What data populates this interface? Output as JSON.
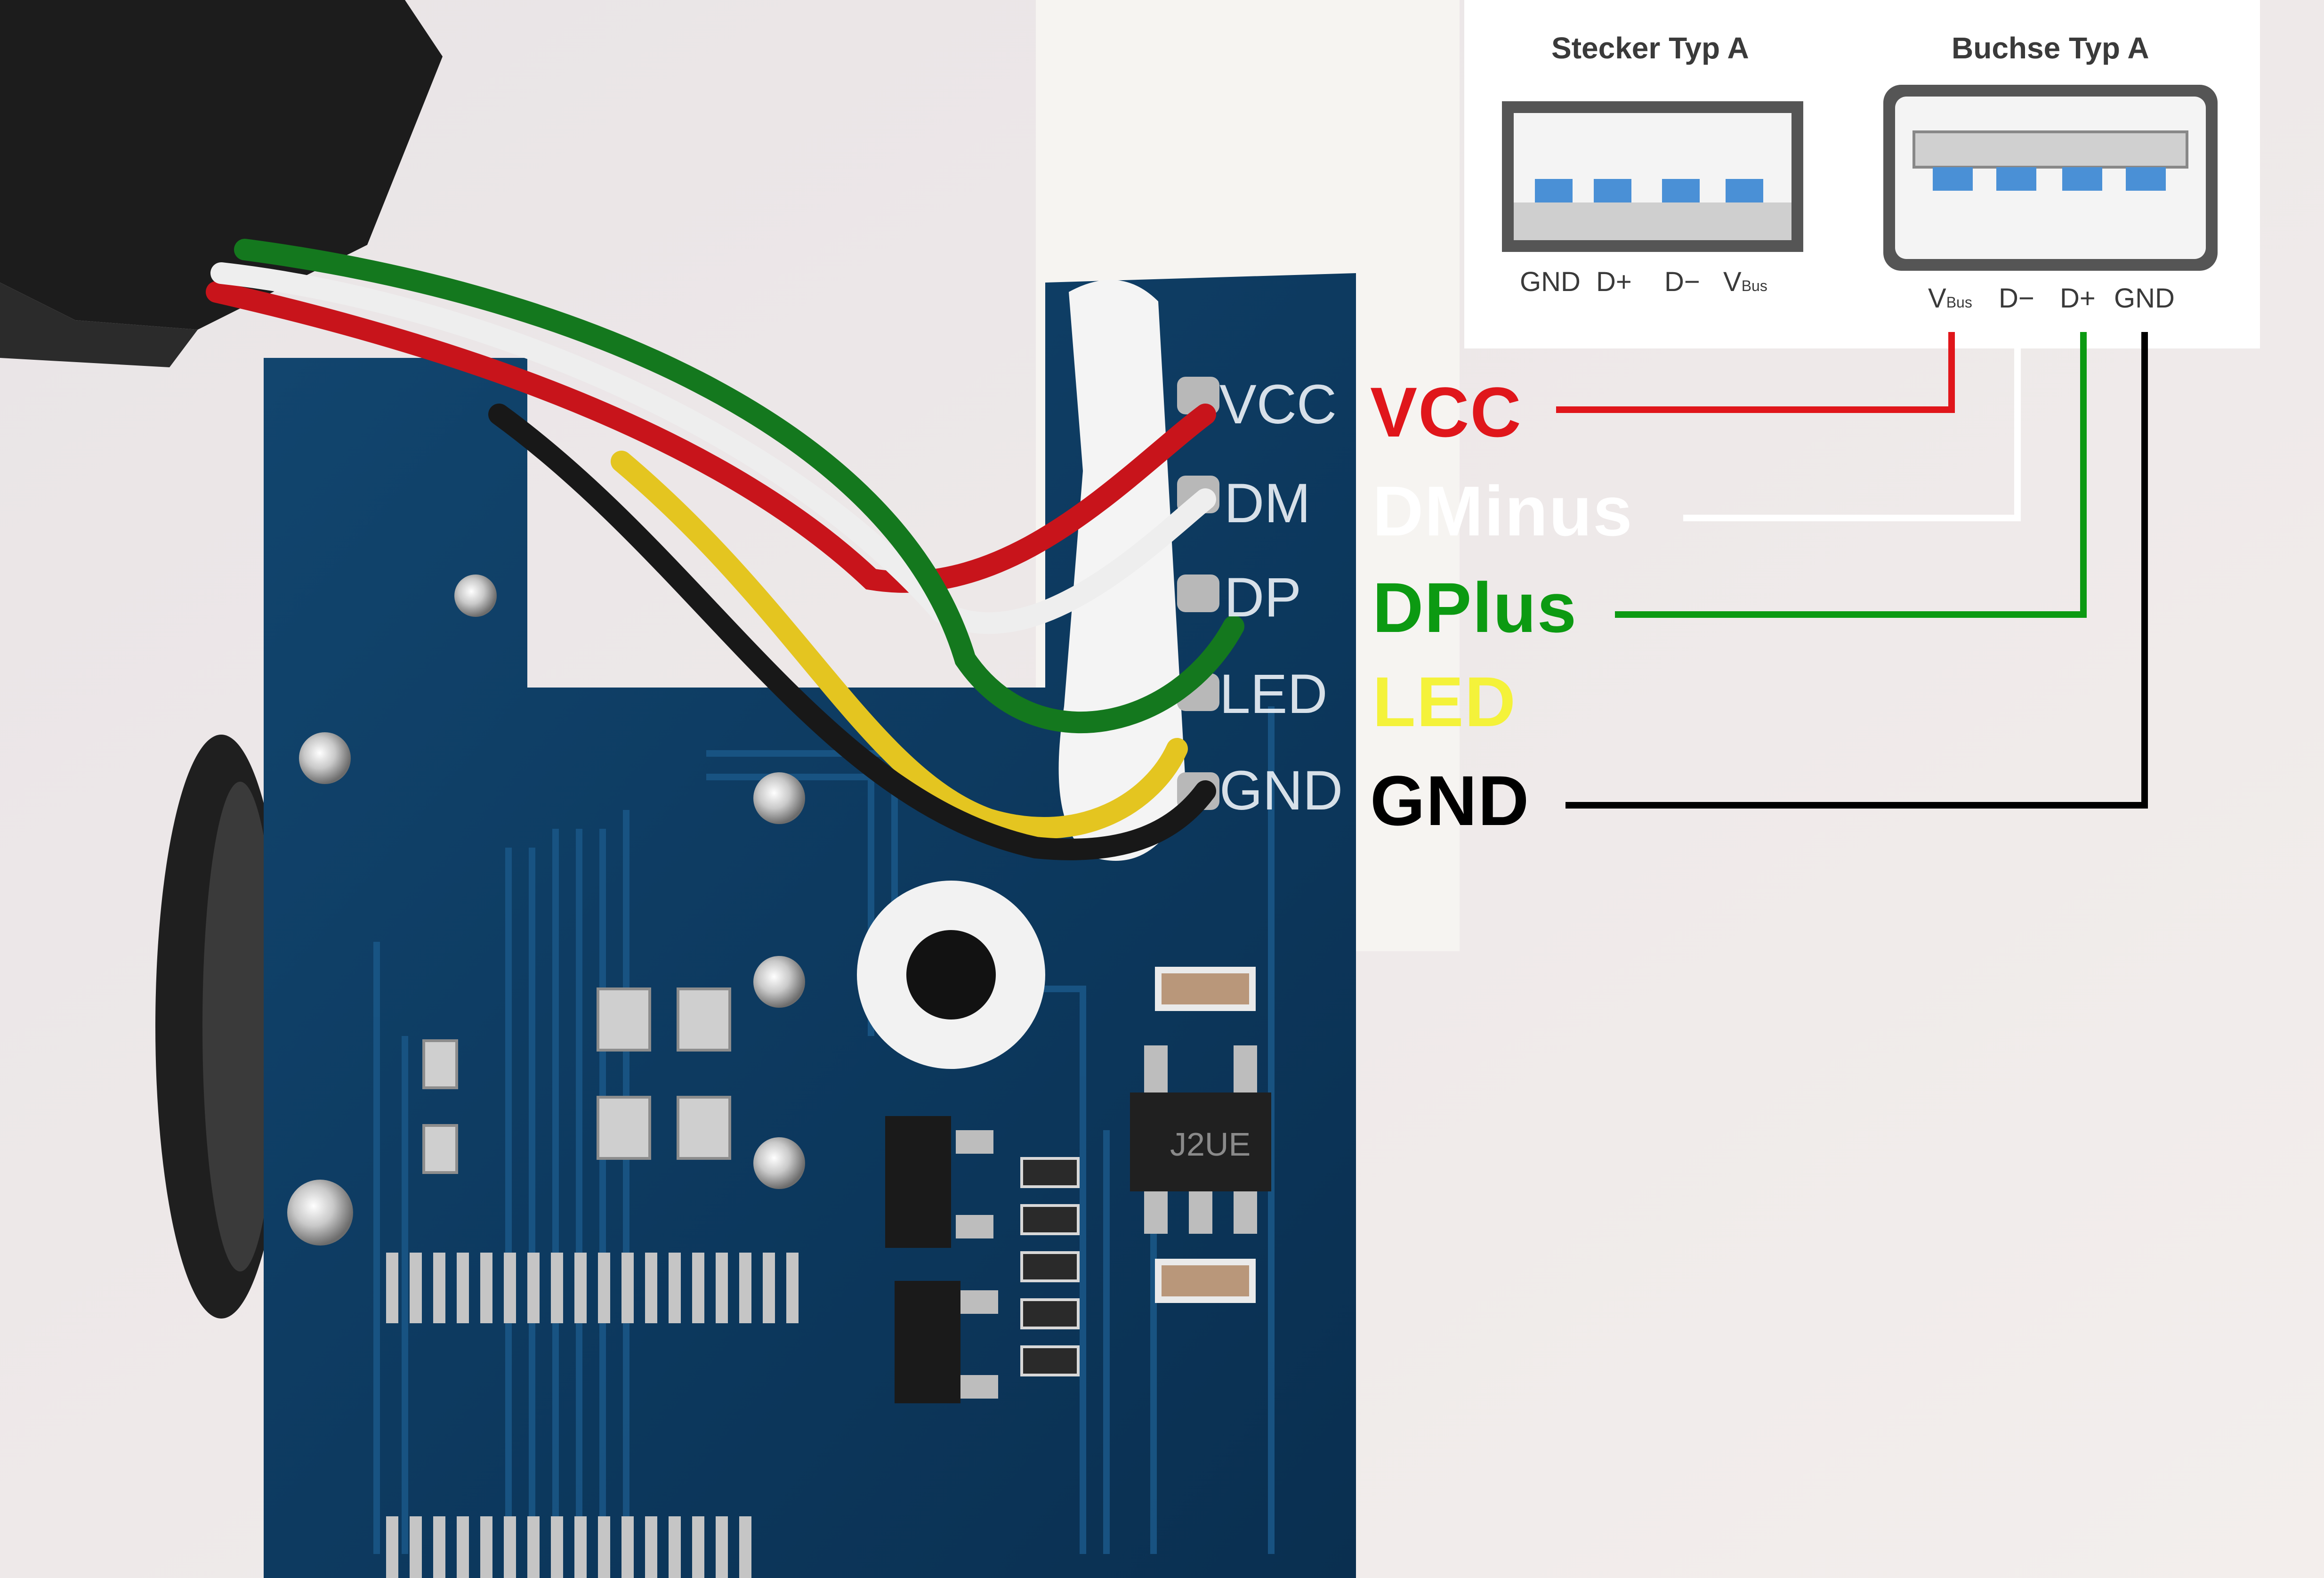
{
  "diagram": {
    "description_title": "USB-A pinout wiring of a board to colored wires",
    "reference_card": {
      "connectors": [
        {
          "title": "Stecker Typ A",
          "pins": [
            "GND",
            "D+",
            "D−",
            "VBus"
          ]
        },
        {
          "title": "Buchse Typ A",
          "pins": [
            "VBus",
            "D−",
            "D+",
            "GND"
          ]
        }
      ],
      "vbus_main": "V",
      "vbus_sub": "Bus"
    },
    "board_pads": [
      "VCC",
      "DM",
      "DP",
      "LED",
      "GND"
    ],
    "chip_marking": "J2UE",
    "wire_labels": [
      {
        "text": "VCC",
        "color": "#e0161b",
        "usb_pin": "VBus"
      },
      {
        "text": "DMinus",
        "color": "#ffffff",
        "usb_pin": "D−"
      },
      {
        "text": "DPlus",
        "color": "#0c9a12",
        "usb_pin": "D+"
      },
      {
        "text": "LED",
        "color": "#f4f23a",
        "usb_pin": ""
      },
      {
        "text": "GND",
        "color": "#000000",
        "usb_pin": "GND"
      }
    ],
    "colors": {
      "pcb": "#0e3a62",
      "background": "#f0eaea",
      "pin_blue": "#4a90d6"
    }
  }
}
